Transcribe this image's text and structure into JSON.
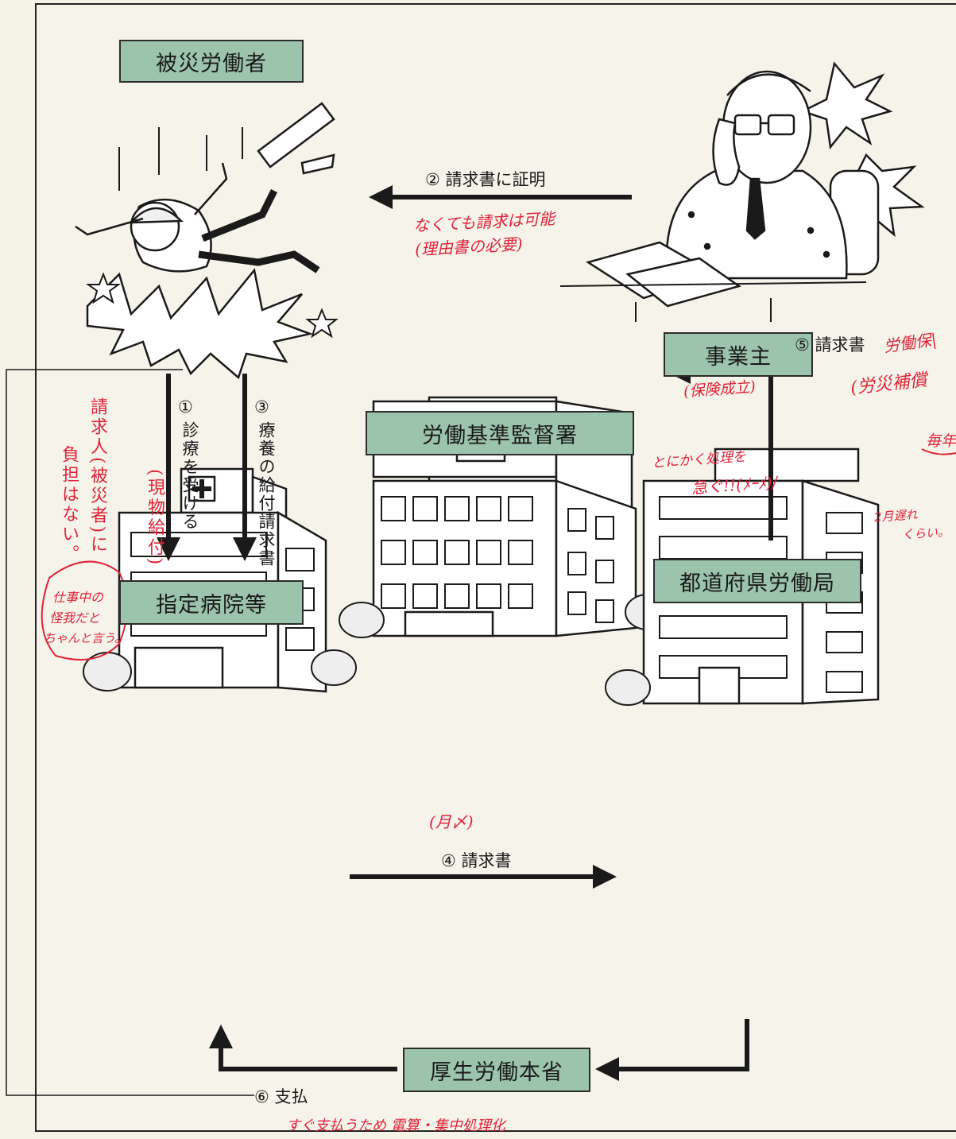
{
  "nodes": {
    "worker": "被災労働者",
    "employer": "事業主",
    "inspection_office": "労働基準監督署",
    "hospital": "指定病院等",
    "prefectural_bureau": "都道府県労働局",
    "ministry": "厚生労働本省"
  },
  "steps": {
    "s1_num": "①",
    "s1_text": "診療を受ける",
    "s2": "② 請求書に証明",
    "s3_num": "③",
    "s3_text": "療養の給付請求書",
    "s4": "④ 請求書",
    "s5": "⑤ 請求書",
    "s6": "⑥ 支払"
  },
  "annotations": {
    "no_cert_line1": "なくても請求は可能",
    "no_cert_line2": "(理由書の必要)",
    "insurance_established": "(保険成立)",
    "labor_insurance_cut": "労働保|",
    "comp_cut": "(労災補償",
    "every_year_cut": "毎年",
    "hurry_line1": "とにかく処理を",
    "hurry_line2": "急ぐ!!(ﾒｰﾒ)/",
    "month_lag_line1": "2月遅れ",
    "month_lag_line2": "くらい。",
    "monthly_close": "(月〆)",
    "no_burden_col1": "請求人(被災者)に",
    "no_burden_col2": "負担はない。",
    "in_kind": "(現物給付)",
    "work_injury_line1": "仕事中の",
    "work_injury_line2": "怪我だと",
    "work_injury_line3": "ちゃんと言う。",
    "instant_pay": "すぐ支払うため 電算・集中処理化"
  },
  "colors": {
    "label_fill": "#9cc3ac",
    "annotation_red": "#e0243a",
    "ink": "#1a1a1a",
    "paper": "#f6f3ea"
  },
  "icons": [
    "falling-worker-illustration",
    "employer-on-phone-illustration",
    "inspection-office-building-illustration",
    "hospital-building-illustration",
    "prefectural-bureau-building-illustration"
  ]
}
